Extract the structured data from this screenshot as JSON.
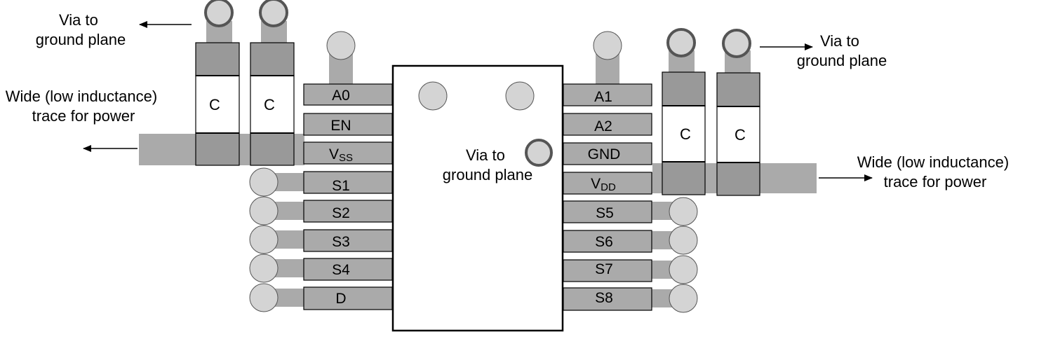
{
  "colors": {
    "trace": "#aaaaaa",
    "pad": "#aaaaaa",
    "cap_end": "#999999",
    "via_fill": "#d4d4d4",
    "via_ring": "#555555",
    "outline": "#000000"
  },
  "labels": {
    "via_top_left": [
      "Via to",
      "ground plane"
    ],
    "via_top_right": [
      "Via to",
      "ground plane"
    ],
    "via_center": [
      "Via to",
      "ground plane"
    ],
    "wide_left": [
      "Wide (low inductance)",
      "trace for power"
    ],
    "wide_right": [
      "Wide (low inductance)",
      "trace for power"
    ]
  },
  "capacitors": [
    "C",
    "C",
    "C",
    "C"
  ],
  "pins_left": [
    {
      "name": "A0",
      "sub": ""
    },
    {
      "name": "EN",
      "sub": ""
    },
    {
      "name": "V",
      "sub": "SS"
    },
    {
      "name": "S1",
      "sub": ""
    },
    {
      "name": "S2",
      "sub": ""
    },
    {
      "name": "S3",
      "sub": ""
    },
    {
      "name": "S4",
      "sub": ""
    },
    {
      "name": "D",
      "sub": ""
    }
  ],
  "pins_right": [
    {
      "name": "A1",
      "sub": ""
    },
    {
      "name": "A2",
      "sub": ""
    },
    {
      "name": "GND",
      "sub": ""
    },
    {
      "name": "V",
      "sub": "DD"
    },
    {
      "name": "S5",
      "sub": ""
    },
    {
      "name": "S6",
      "sub": ""
    },
    {
      "name": "S7",
      "sub": ""
    },
    {
      "name": "S8",
      "sub": ""
    }
  ]
}
